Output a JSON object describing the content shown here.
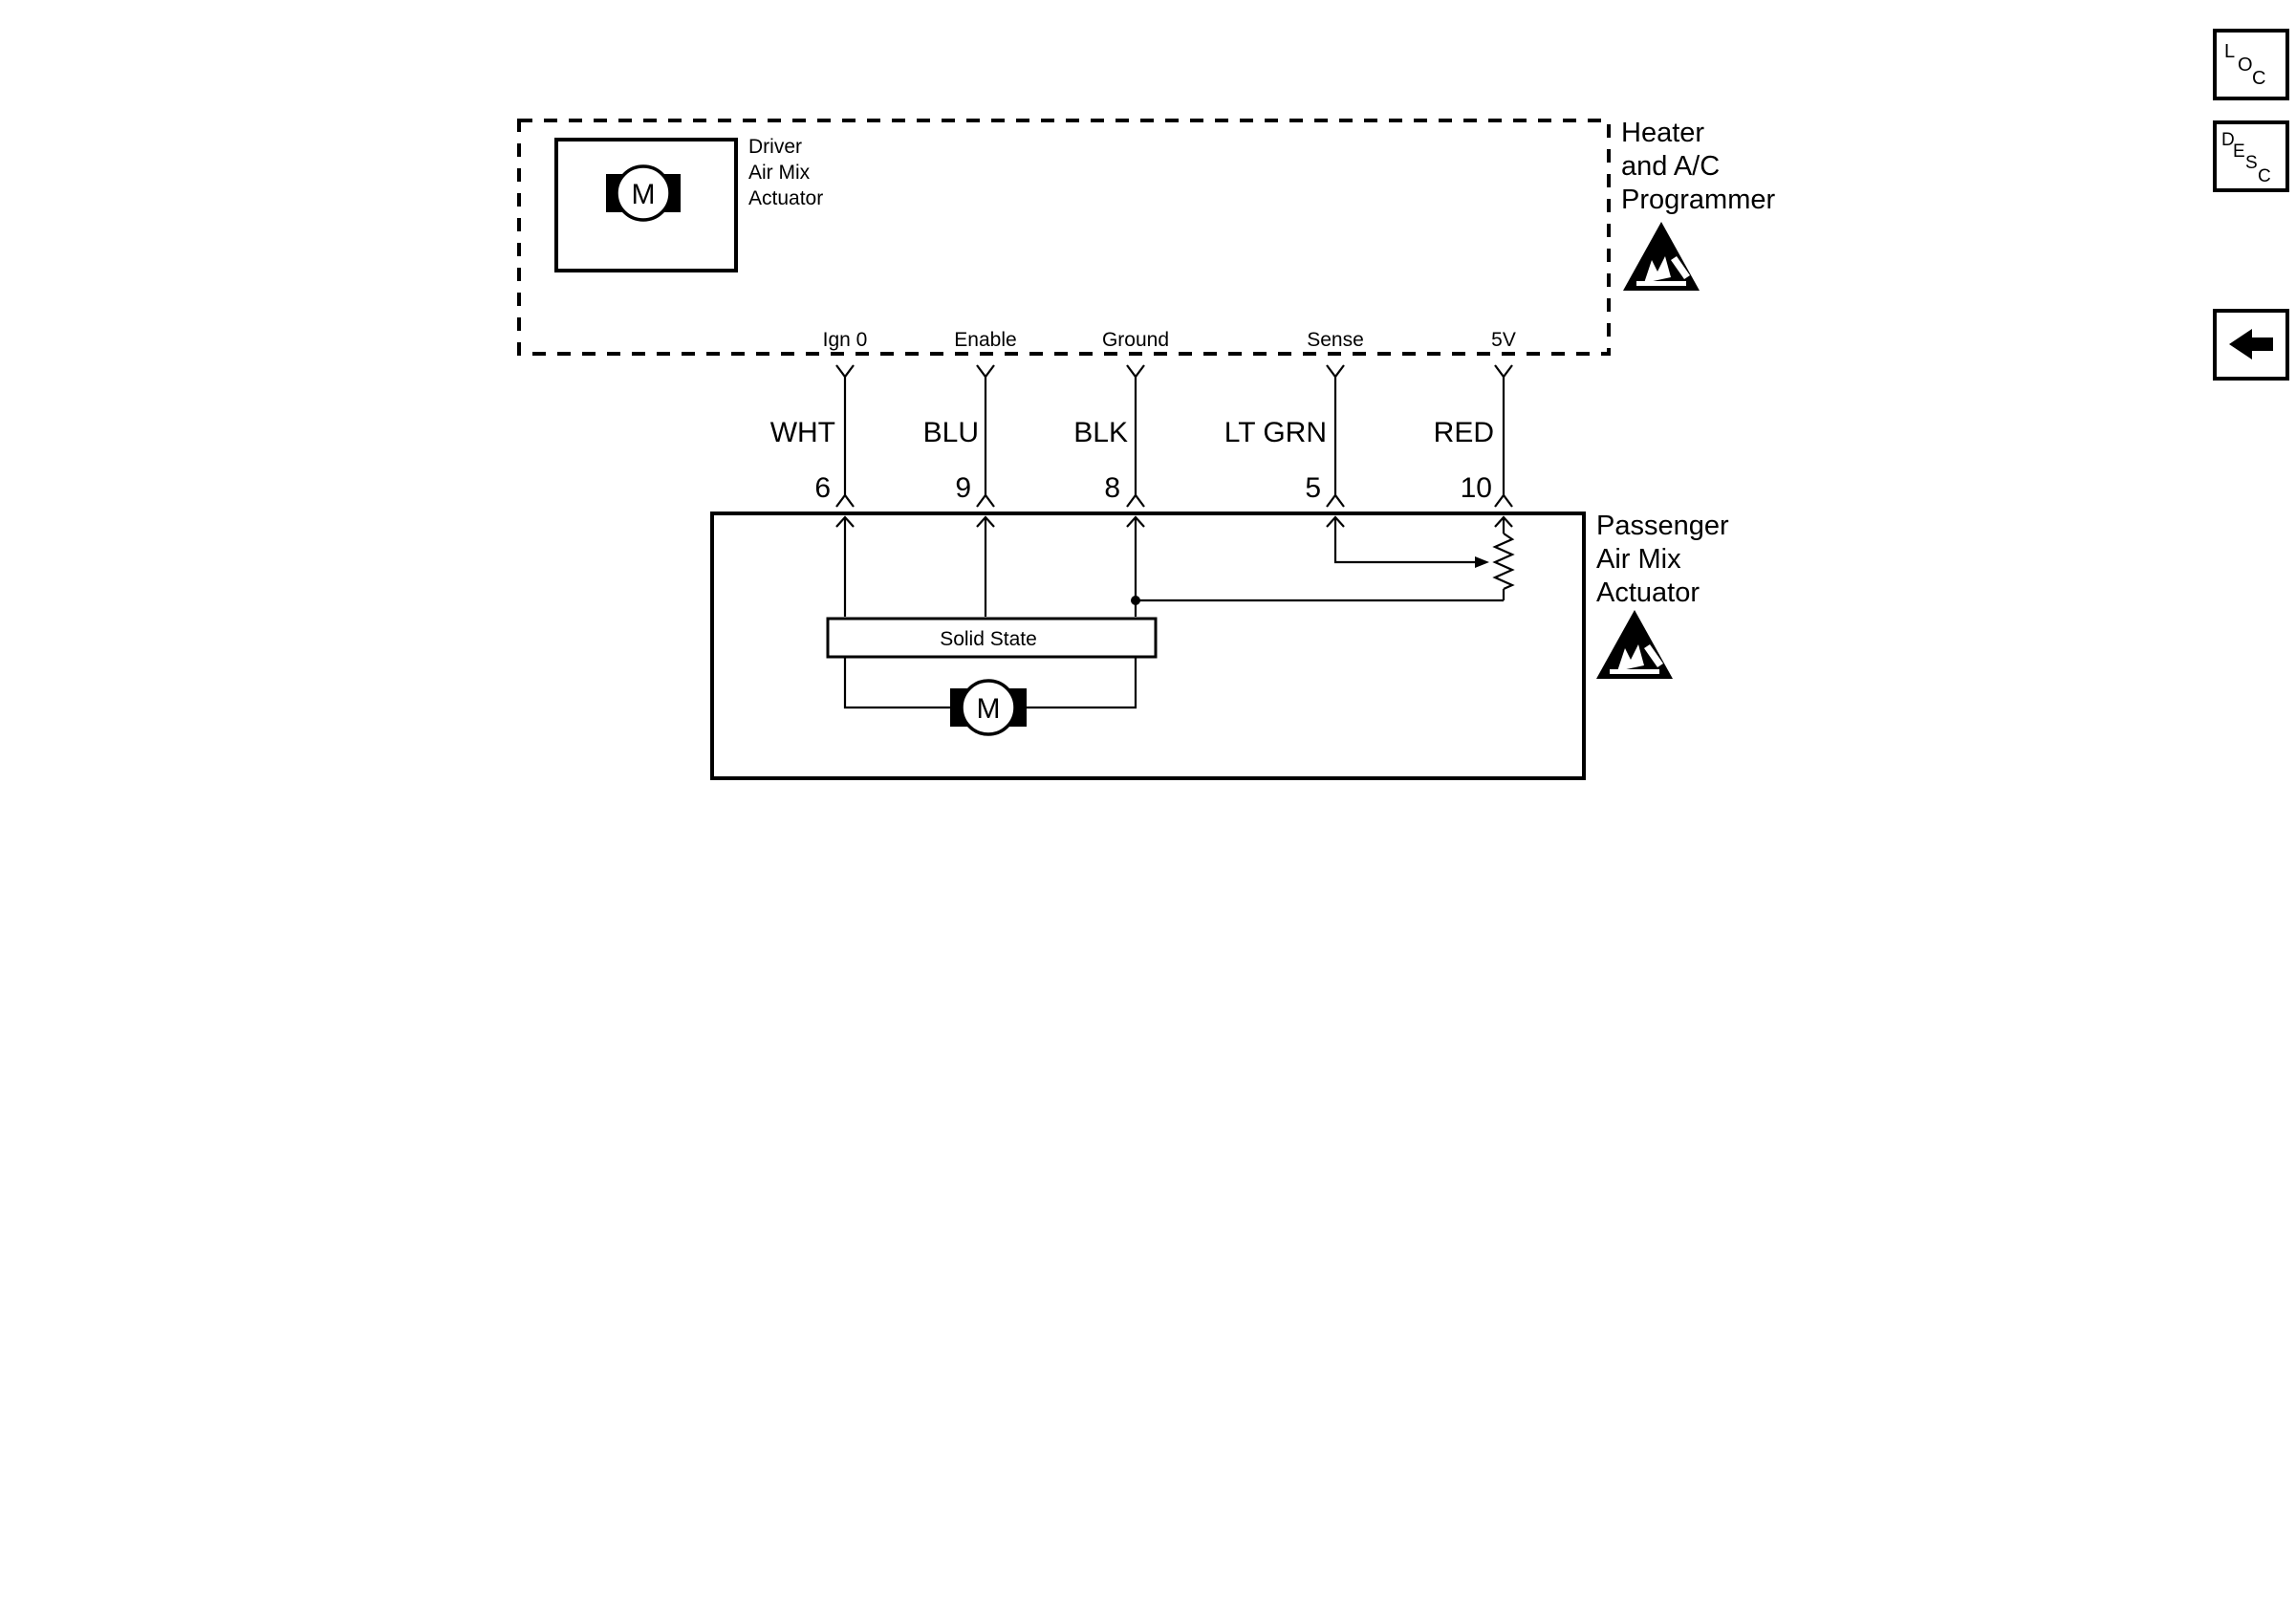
{
  "programmer": {
    "title_lines": [
      "Heater",
      "and A/C",
      "Programmer"
    ],
    "driver_actuator_lines": [
      "Driver",
      "Air Mix",
      "Actuator"
    ],
    "motor_symbol": "M",
    "esd_icon": "esd-warning-icon"
  },
  "passenger_actuator": {
    "title_lines": [
      "Passenger",
      "Air Mix",
      "Actuator"
    ],
    "solid_state_label": "Solid State",
    "motor_symbol": "M",
    "esd_icon": "esd-warning-icon"
  },
  "circuits": [
    {
      "signal": "Ign 0",
      "color": "WHT",
      "pin": "6"
    },
    {
      "signal": "Enable",
      "color": "BLU",
      "pin": "9"
    },
    {
      "signal": "Ground",
      "color": "BLK",
      "pin": "8"
    },
    {
      "signal": "Sense",
      "color": "LT GRN",
      "pin": "5"
    },
    {
      "signal": "5V",
      "color": "RED",
      "pin": "10"
    }
  ],
  "nav": {
    "loc": {
      "letters": [
        "L",
        "O",
        "C"
      ],
      "icon": "loc-icon"
    },
    "desc": {
      "letters": [
        "D",
        "E",
        "S",
        "C"
      ],
      "icon": "desc-icon"
    },
    "back": {
      "icon": "back-arrow-icon"
    }
  }
}
